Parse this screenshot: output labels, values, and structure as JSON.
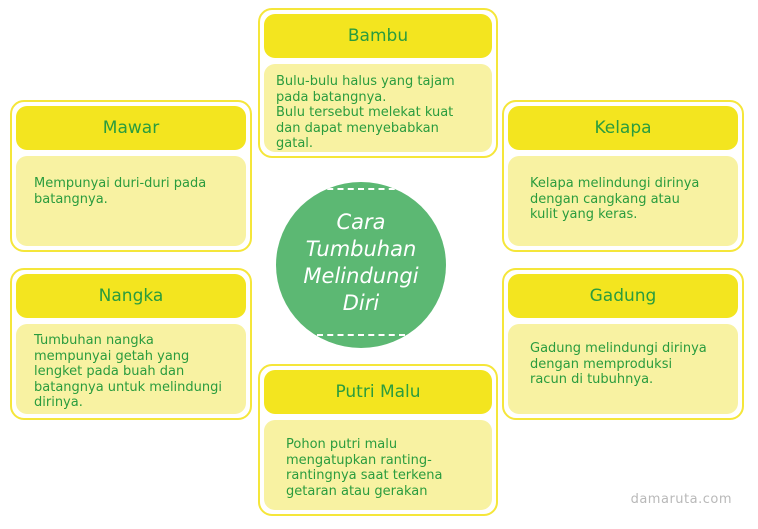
{
  "center": {
    "title": "Cara\nTumbuhan\nMelindungi\nDiri",
    "color": "#5cb873"
  },
  "colors": {
    "header_fill": "#f3e51f",
    "body_fill": "#f8f2a2",
    "border": "#f5e63a",
    "text": "#2a9c3e"
  },
  "cards": {
    "bambu": {
      "title": "Bambu",
      "text": "Bulu-bulu halus yang tajam\npada batangnya.\nBulu tersebut melekat kuat\ndan dapat menyebabkan\ngatal."
    },
    "mawar": {
      "title": "Mawar",
      "text": "Mempunyai duri-duri pada\nbatangnya."
    },
    "kelapa": {
      "title": "Kelapa",
      "text": "Kelapa melindungi dirinya\ndengan cangkang atau\nkulit yang keras."
    },
    "nangka": {
      "title": "Nangka",
      "text": "Tumbuhan nangka\nmempunyai getah yang\nlengket pada buah dan\nbatangnya untuk melindungi\ndirinya."
    },
    "gadung": {
      "title": "Gadung",
      "text": "Gadung melindungi dirinya\ndengan memproduksi\nracun di tubuhnya."
    },
    "putri_malu": {
      "title": "Putri Malu",
      "text": "Pohon putri malu\nmengatupkan ranting-\nrantingnya saat terkena\ngetaran atau gerakan"
    }
  },
  "watermark": "damaruta.com"
}
